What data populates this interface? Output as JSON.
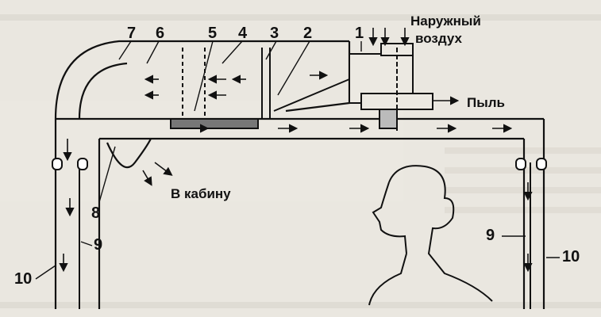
{
  "labels": {
    "n1": "1",
    "n2": "2",
    "n3": "3",
    "n4": "4",
    "n5": "5",
    "n6": "6",
    "n7": "7",
    "n8": "8",
    "n9_left": "9",
    "n9_right": "9",
    "n10_left": "10",
    "n10_right": "10",
    "outside_air_line1": "Наружный",
    "outside_air_line2": "воздух",
    "dust": "Пыль",
    "to_cabin": "В кабину"
  }
}
